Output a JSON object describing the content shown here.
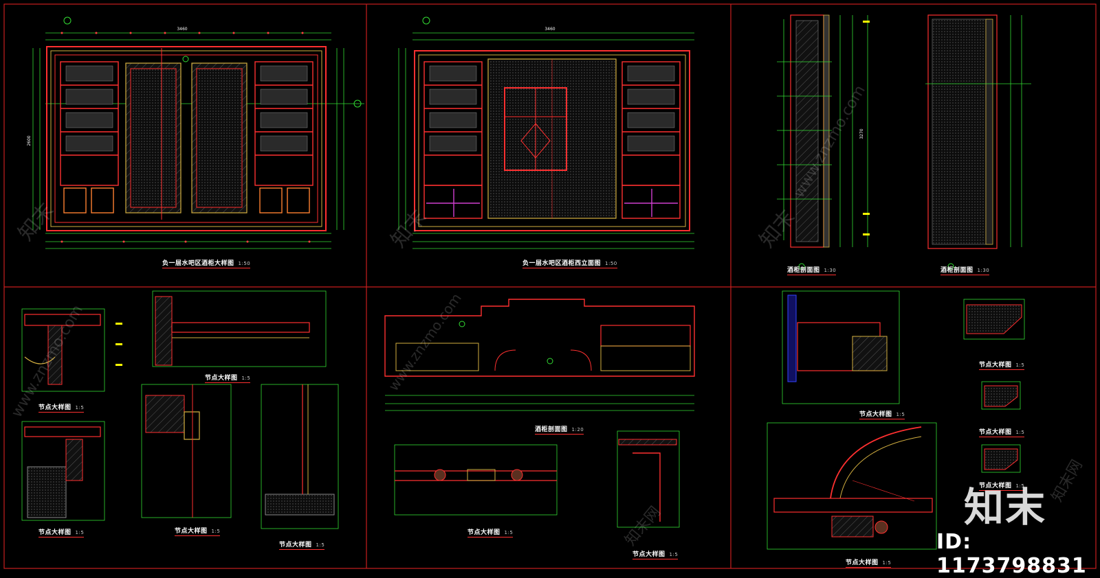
{
  "drawing": {
    "panels": [
      {
        "title": "负一层水吧区酒柜大样图",
        "scale": "1:50"
      },
      {
        "title": "负一层水吧区酒柜西立面图",
        "scale": "1:50"
      },
      {
        "title": "酒柜剖面图",
        "scale": "1:30"
      },
      {
        "title": "酒柜剖面图",
        "scale": "1:30"
      },
      {
        "title": "节点大样图",
        "scale": "1:5"
      },
      {
        "title": "节点大样图",
        "scale": "1:5"
      },
      {
        "title": "节点大样图",
        "scale": "1:5"
      },
      {
        "title": "节点大样图",
        "scale": "1:5"
      },
      {
        "title": "节点大样图",
        "scale": "1:5"
      },
      {
        "title": "酒柜剖面图",
        "scale": "1:20"
      },
      {
        "title": "节点大样图",
        "scale": "1:5"
      },
      {
        "title": "节点大样图",
        "scale": "1:5"
      },
      {
        "title": "节点大样图",
        "scale": "1:5"
      },
      {
        "title": "节点大样图",
        "scale": "1:5"
      },
      {
        "title": "节点大样图",
        "scale": "1:5"
      },
      {
        "title": "节点大样图",
        "scale": "1:5"
      },
      {
        "title": "节点大样图",
        "scale": "1:5"
      }
    ],
    "dimensions": {
      "overall_width_1": "3460",
      "overall_width_2": "3460",
      "height_1": "2600",
      "height_2": "3270"
    }
  },
  "watermark": {
    "site": "www.znzmo.com",
    "brand_cn": "知末",
    "brand_cn_full": "知末网"
  },
  "logo": {
    "text": "知末"
  },
  "id_label": "ID: 1173798831",
  "colors": {
    "background": "#000000",
    "frame": "#c81e1e",
    "cabinet": "#ff3030",
    "dimension": "#33dd33",
    "text": "#ffffff",
    "highlight": "#ffff00",
    "accent": "#d040d0",
    "blue": "#3344ff"
  }
}
